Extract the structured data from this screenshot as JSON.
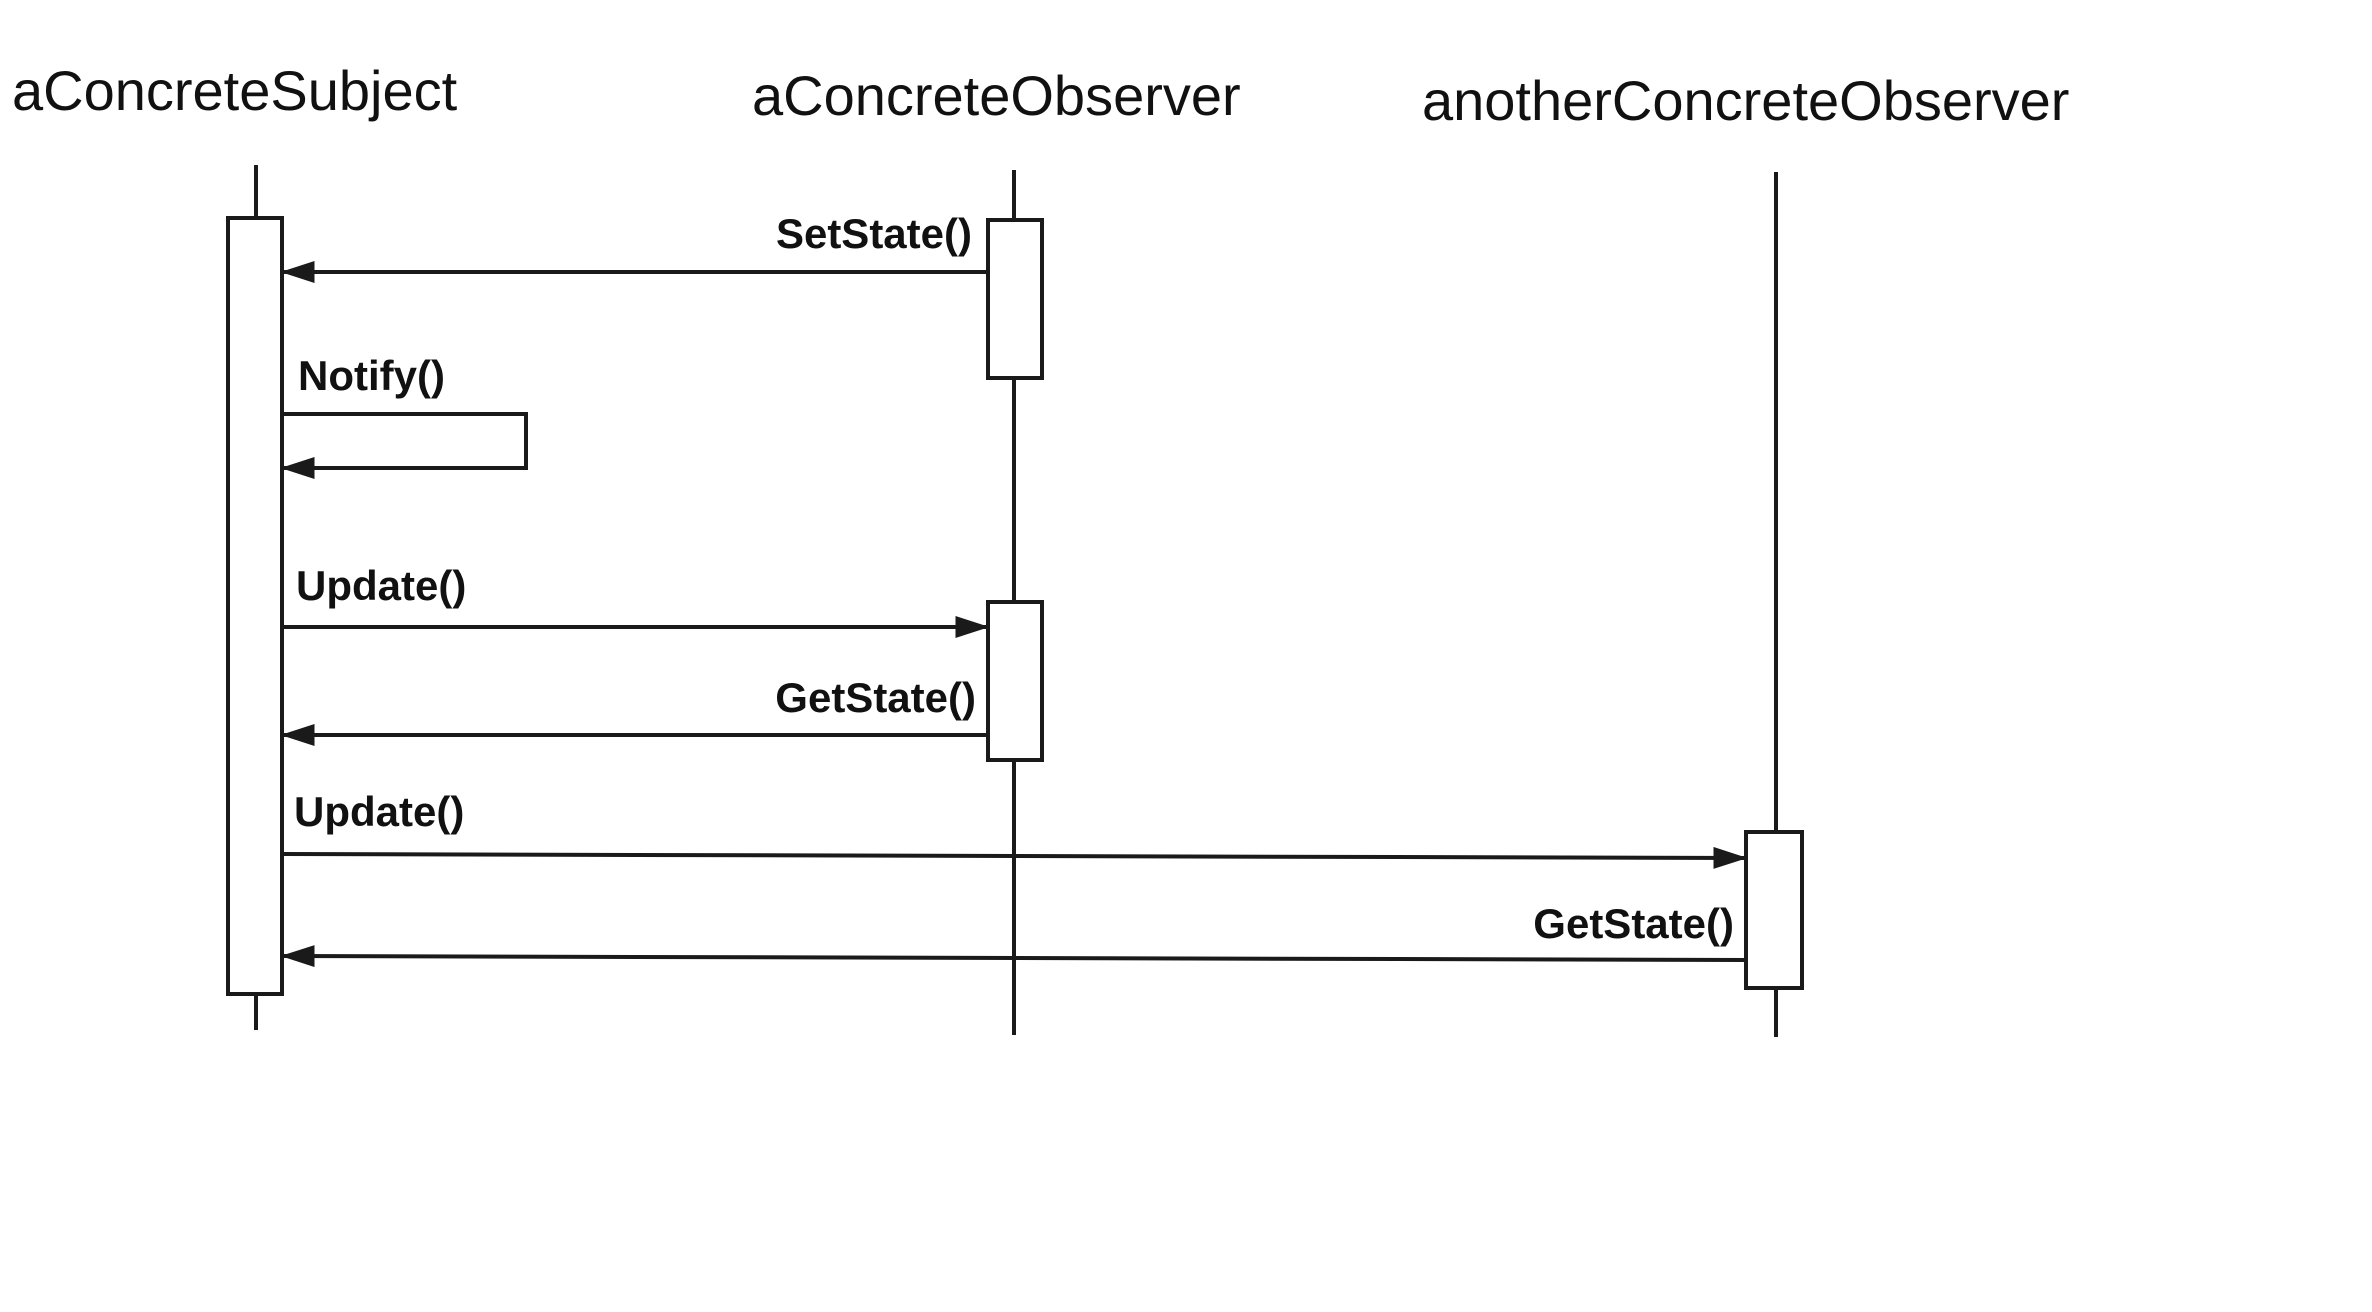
{
  "diagram": {
    "type": "sequence",
    "participants": [
      {
        "id": "subject",
        "label": "aConcreteSubject"
      },
      {
        "id": "observer",
        "label": "aConcreteObserver"
      },
      {
        "id": "another",
        "label": "anotherConcreteObserver"
      }
    ],
    "messages": [
      {
        "id": "setstate",
        "from": "observer",
        "to": "subject",
        "label": "SetState()"
      },
      {
        "id": "notify",
        "from": "subject",
        "to": "subject",
        "label": "Notify()"
      },
      {
        "id": "update1",
        "from": "subject",
        "to": "observer",
        "label": "Update()"
      },
      {
        "id": "getstate1",
        "from": "observer",
        "to": "subject",
        "label": "GetState()"
      },
      {
        "id": "update2",
        "from": "subject",
        "to": "another",
        "label": "Update()"
      },
      {
        "id": "getstate2",
        "from": "another",
        "to": "subject",
        "label": "GetState()"
      }
    ]
  }
}
